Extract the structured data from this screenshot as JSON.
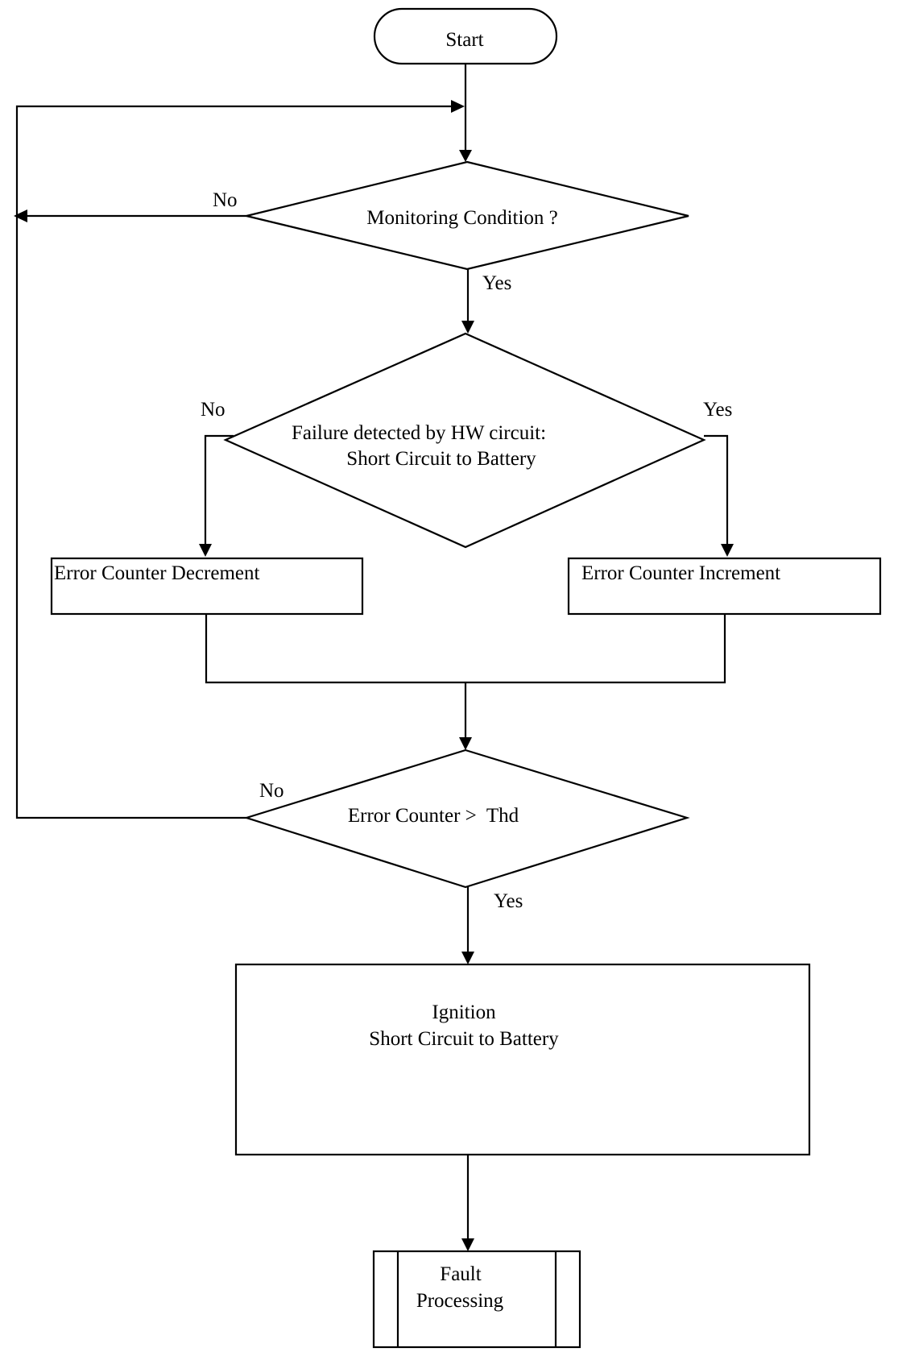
{
  "nodes": {
    "start": {
      "label": "Start"
    },
    "monitoring": {
      "label": "Monitoring Condition ?"
    },
    "failure": {
      "line1": "Failure detected by HW circuit:",
      "line2": "Short Circuit to Battery"
    },
    "decrement": {
      "label": "Error Counter Decrement"
    },
    "increment": {
      "label": "Error Counter Increment"
    },
    "threshold": {
      "label": "Error Counter >  Thd"
    },
    "ignition": {
      "line1": "Ignition",
      "line2": "Short Circuit to Battery"
    },
    "fault": {
      "line1": "Fault",
      "line2": "Processing"
    }
  },
  "edge_labels": {
    "monitoring_no": "No",
    "monitoring_yes": "Yes",
    "failure_no": "No",
    "failure_yes": "Yes",
    "threshold_no": "No",
    "threshold_yes": "Yes"
  }
}
